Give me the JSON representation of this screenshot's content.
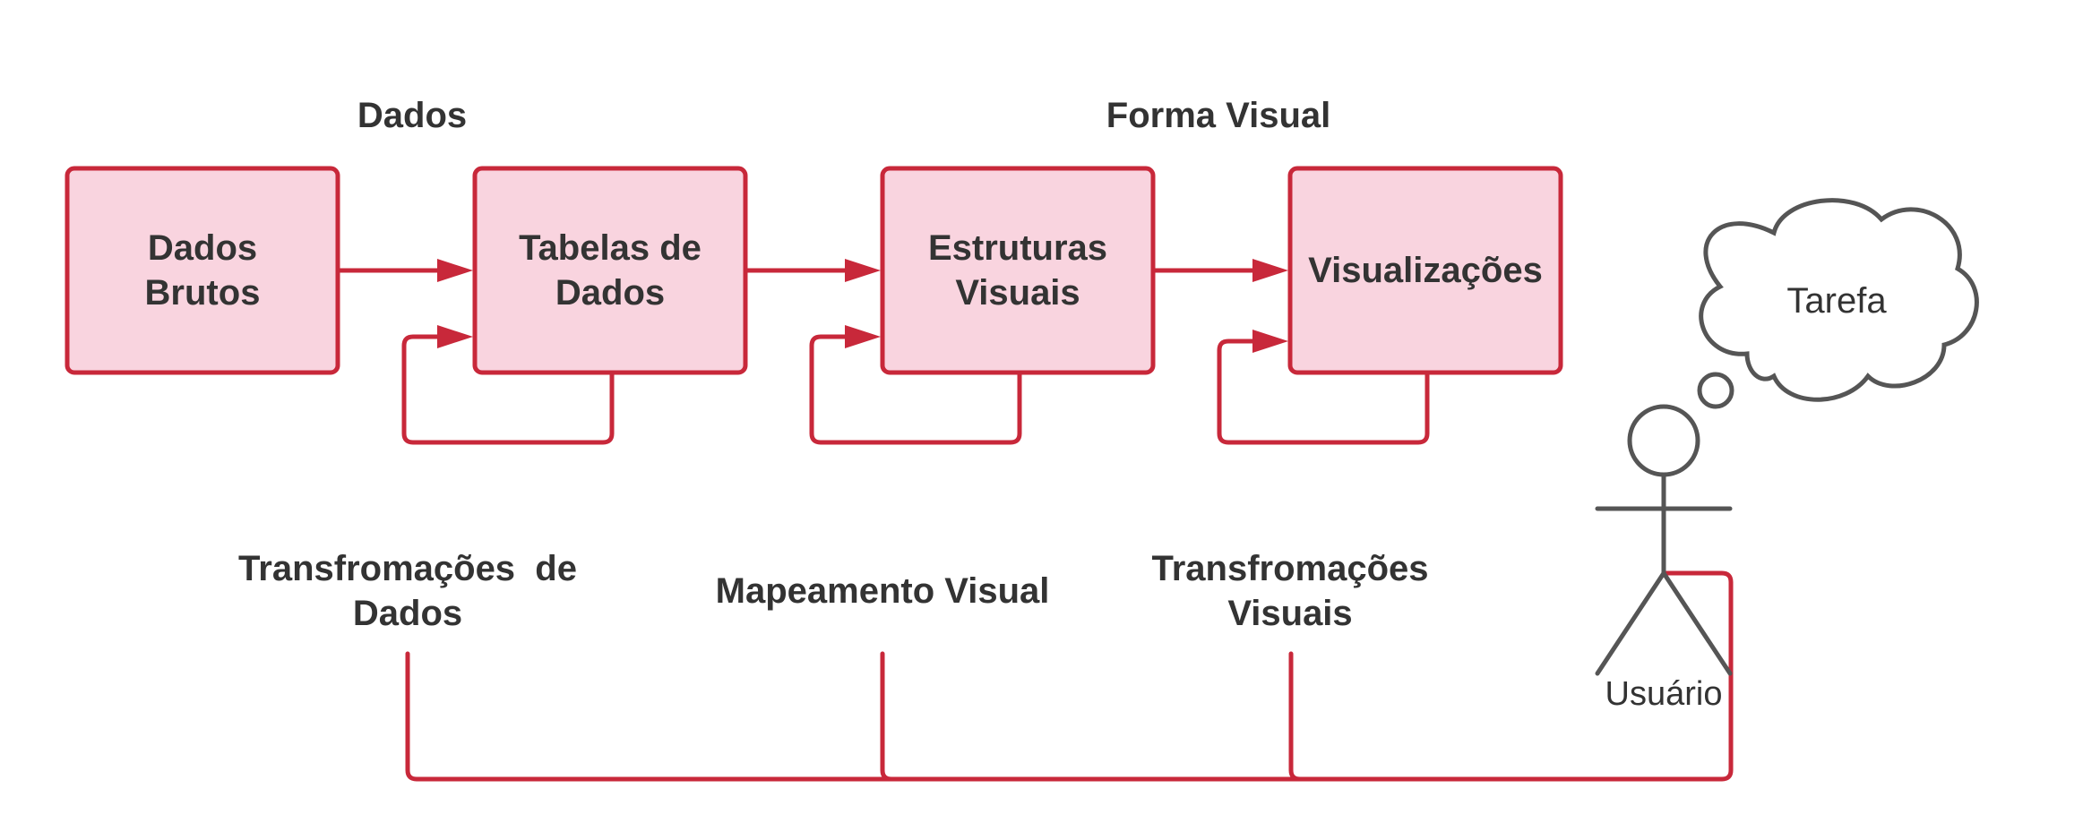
{
  "headers": {
    "data": "Dados",
    "visual_form": "Forma Visual"
  },
  "boxes": {
    "raw_data": "Dados Brutos",
    "data_tables": "Tabelas de Dados",
    "visual_structures": "Estruturas Visuais",
    "views": "Visualizações"
  },
  "transformations": {
    "data_transforms": "Transfromações  de Dados",
    "visual_mapping": "Mapeamento Visual",
    "visual_transforms": "Transfromações Visuais"
  },
  "actor": {
    "name": "Usuário",
    "thought": "Tarefa"
  },
  "colors": {
    "box_fill": "#f9d4df",
    "accent": "#c8283a",
    "text": "#333333",
    "actor": "#555555"
  }
}
